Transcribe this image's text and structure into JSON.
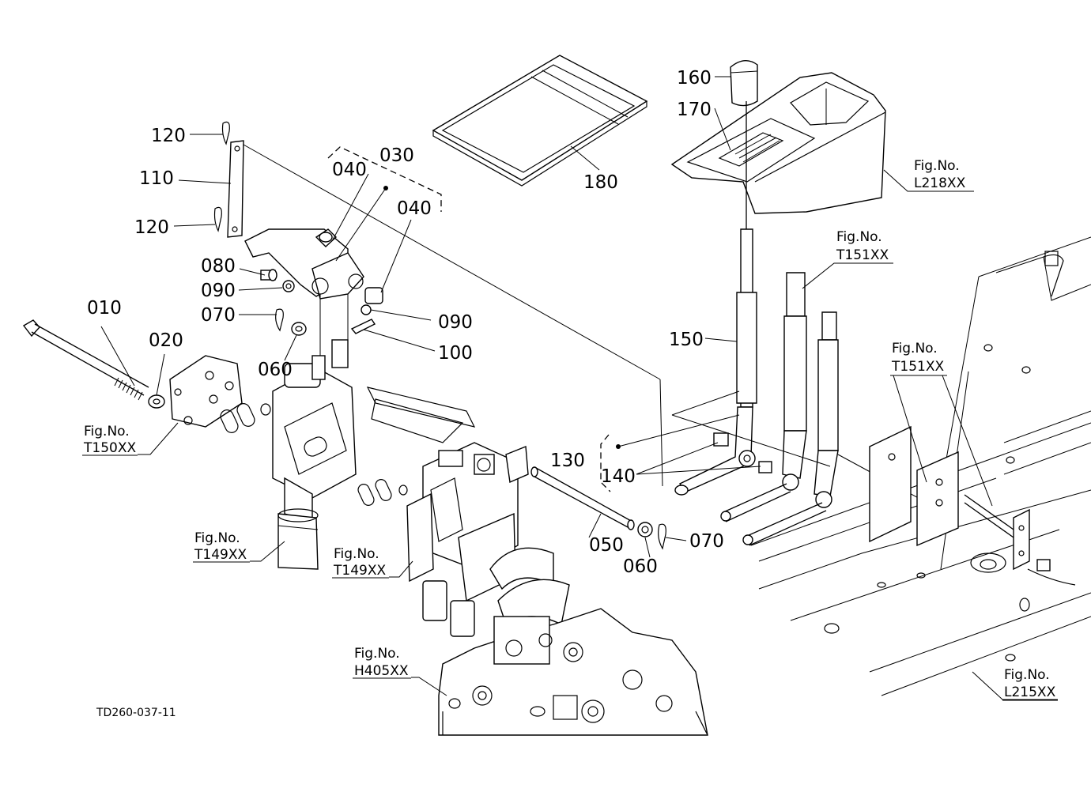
{
  "drawing_code": "TD260-037-11",
  "part_numbers": {
    "p010": "010",
    "p020": "020",
    "p030": "030",
    "p040a": "040",
    "p040b": "040",
    "p050": "050",
    "p060a": "060",
    "p060b": "060",
    "p070a": "070",
    "p070b": "070",
    "p080": "080",
    "p090a": "090",
    "p090b": "090",
    "p100": "100",
    "p110": "110",
    "p120a": "120",
    "p120b": "120",
    "p130": "130",
    "p140": "140",
    "p150": "150",
    "p160": "160",
    "p170": "170",
    "p180": "180"
  },
  "figure_refs": {
    "label": "Fig.No.",
    "t150": "T150XX",
    "t149a": "T149XX",
    "t149b": "T149XX",
    "h405": "H405XX",
    "l218": "L218XX",
    "t151a": "T151XX",
    "t151b": "T151XX",
    "l215": "L215XX"
  }
}
